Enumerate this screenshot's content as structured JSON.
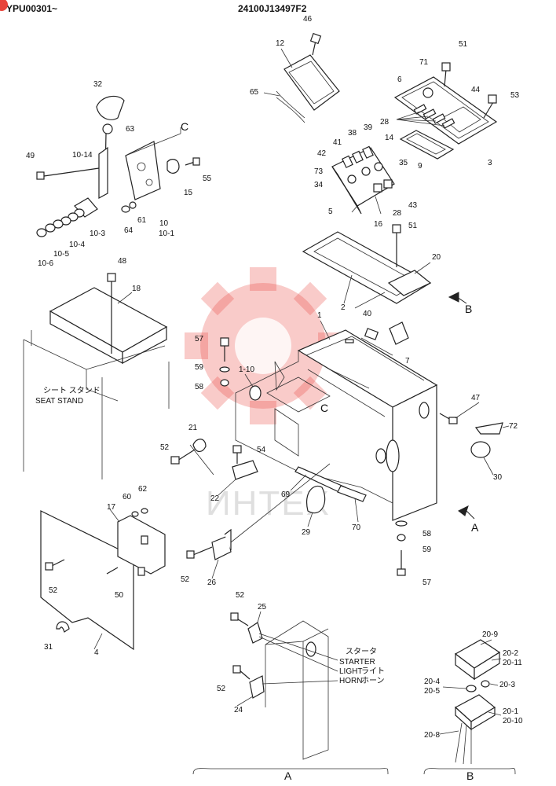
{
  "header": {
    "left_code": "YPU00301~",
    "center_code": "24100J13497F2"
  },
  "watermark": {
    "text": "ИНТЕХ"
  },
  "section_letters": {
    "A": "A",
    "B": "B",
    "C": "C"
  },
  "callouts": {
    "c1": "1",
    "c1_10": "1-10",
    "c2": "2",
    "c3": "3",
    "c4": "4",
    "c5": "5",
    "c6": "6",
    "c7": "7",
    "c9": "9",
    "c10": "10",
    "c10_1": "10-1",
    "c10_3": "10-3",
    "c10_4": "10-4",
    "c10_5": "10-5",
    "c10_6": "10-6",
    "c10_14": "10-14",
    "c12": "12",
    "c14": "14",
    "c15": "15",
    "c16": "16",
    "c17": "17",
    "c18": "18",
    "c20": "20",
    "c20_1": "20-1",
    "c20_2": "20-2",
    "c20_3": "20-3",
    "c20_4": "20-4",
    "c20_5": "20-5",
    "c20_8": "20-8",
    "c20_9": "20-9",
    "c20_10": "20-10",
    "c20_11": "20-11",
    "c21": "21",
    "c22": "22",
    "c24": "24",
    "c25": "25",
    "c26": "26",
    "c28": "28",
    "c29": "29",
    "c30": "30",
    "c31": "31",
    "c32": "32",
    "c34": "34",
    "c35": "35",
    "c38": "38",
    "c39": "39",
    "c40": "40",
    "c41": "41",
    "c42": "42",
    "c43": "43",
    "c44": "44",
    "c46": "46",
    "c47": "47",
    "c48": "48",
    "c49": "49",
    "c50": "50",
    "c51": "51",
    "c52": "52",
    "c53": "53",
    "c54": "54",
    "c55": "55",
    "c57": "57",
    "c58": "58",
    "c59": "59",
    "c60": "60",
    "c61": "61",
    "c62": "62",
    "c63": "63",
    "c64": "64",
    "c65": "65",
    "c69": "69",
    "c70": "70",
    "c71": "71",
    "c72": "72",
    "c73": "73"
  },
  "annotations": {
    "seat_stand_jp": "シート スタンド",
    "seat_stand": "SEAT STAND",
    "starter": "STARTER",
    "starter_jp": "スタータ",
    "light": "LIGHT",
    "light_jp": "ライト",
    "horn": "HORN",
    "horn_jp": "ホーン"
  },
  "colors": {
    "watermark": "#e8453c",
    "line": "#222222"
  }
}
